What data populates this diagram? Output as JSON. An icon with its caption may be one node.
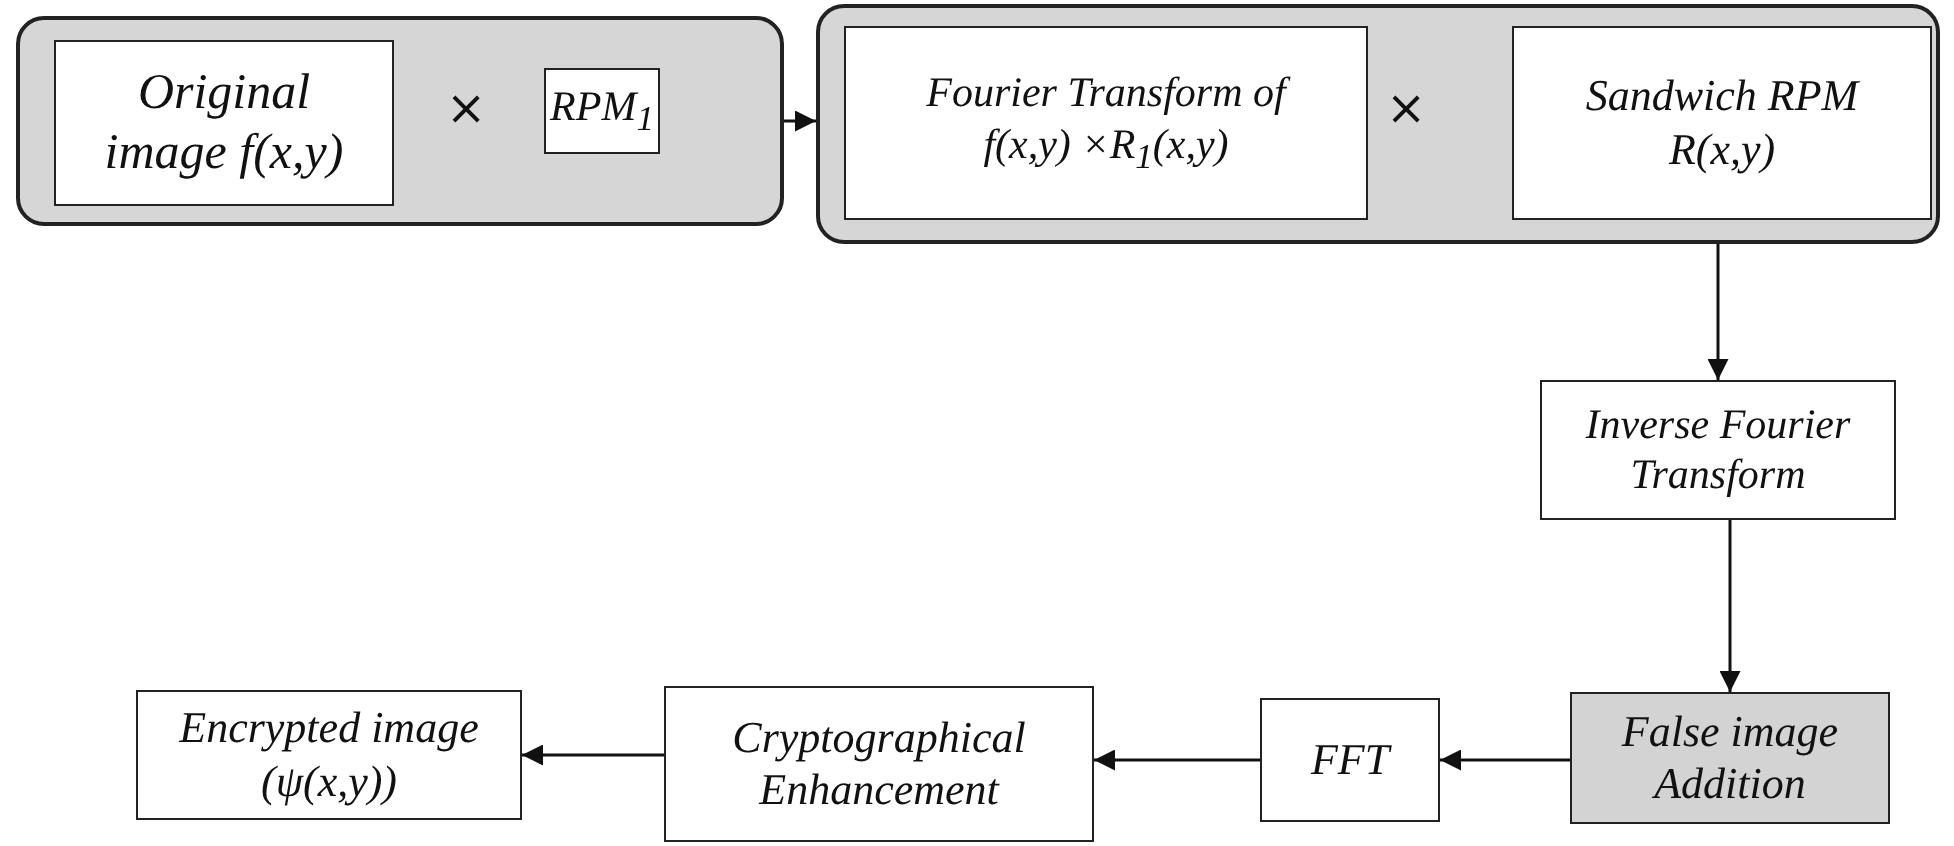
{
  "diagram": {
    "nodes": [
      {
        "text": [],
        "shape": "box"
      },
      {
        "text": [
          "Original image f(x,y)"
        ],
        "in": 0
      },
      {
        "text": [
          "RPM$_{1}$"
        ],
        "in": 0
      },
      {
        "text": [],
        "shape": "box"
      },
      {
        "text": [
          "Fourier Transform of  f(x,y) ×R$_{1}$(x,y)"
        ],
        "in": 3
      },
      {
        "text": [
          "Sandwich RPM R(x,y)"
        ],
        "in": 3
      },
      {
        "text": [
          "Inverse Fourier Transform"
        ]
      },
      {
        "text": [
          "False image Addition"
        ]
      },
      {
        "text": [
          "FFT"
        ]
      },
      {
        "text": [
          "Cryptographical Enhancement"
        ]
      },
      {
        "text": [
          "Encrypted image (ψ(x,y))"
        ]
      }
    ],
    "edges": [
      {
        "from": 0,
        "to": 3,
        "arrow": "to"
      },
      {
        "from": 3,
        "to": 6,
        "arrow": "to"
      },
      {
        "from": 6,
        "to": 7,
        "arrow": "to"
      },
      {
        "from": 7,
        "to": 8,
        "arrow": "to"
      },
      {
        "from": 8,
        "to": 9,
        "arrow": "to"
      },
      {
        "from": 9,
        "to": 10,
        "arrow": "to"
      }
    ],
    "labels": [
      "×",
      "×"
    ]
  }
}
